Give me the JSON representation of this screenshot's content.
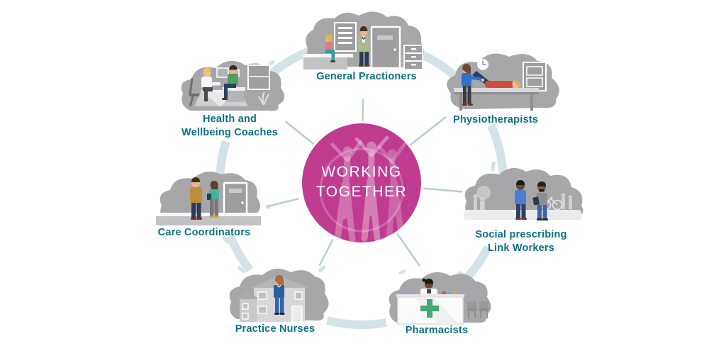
{
  "center": {
    "line1": "WORKING",
    "line2": "TOGETHER"
  },
  "nodes": [
    {
      "id": "general-practitioners",
      "lines": [
        "General Practioners"
      ]
    },
    {
      "id": "physiotherapists",
      "lines": [
        "Physiotherapists"
      ]
    },
    {
      "id": "social-prescribing-link-workers",
      "lines": [
        "Social prescribing",
        "Link Workers"
      ]
    },
    {
      "id": "pharmacists",
      "lines": [
        "Pharmacists"
      ]
    },
    {
      "id": "practice-nurses",
      "lines": [
        "Practice Nurses"
      ]
    },
    {
      "id": "care-coordinators",
      "lines": [
        "Care Coordinators"
      ]
    },
    {
      "id": "health-and-wellbeing-coaches",
      "lines": [
        "Health and",
        "Wellbeing Coaches"
      ]
    }
  ],
  "colors": {
    "center_circle": "#bf3c90",
    "center_figures": "#d06cb2",
    "label_text": "#0d7185",
    "ring_arc": "#d3e3e8",
    "spoke": "#b7cdd3",
    "scene_blob": "#a7a7a9",
    "pharmacy_cross": "#45a876"
  }
}
